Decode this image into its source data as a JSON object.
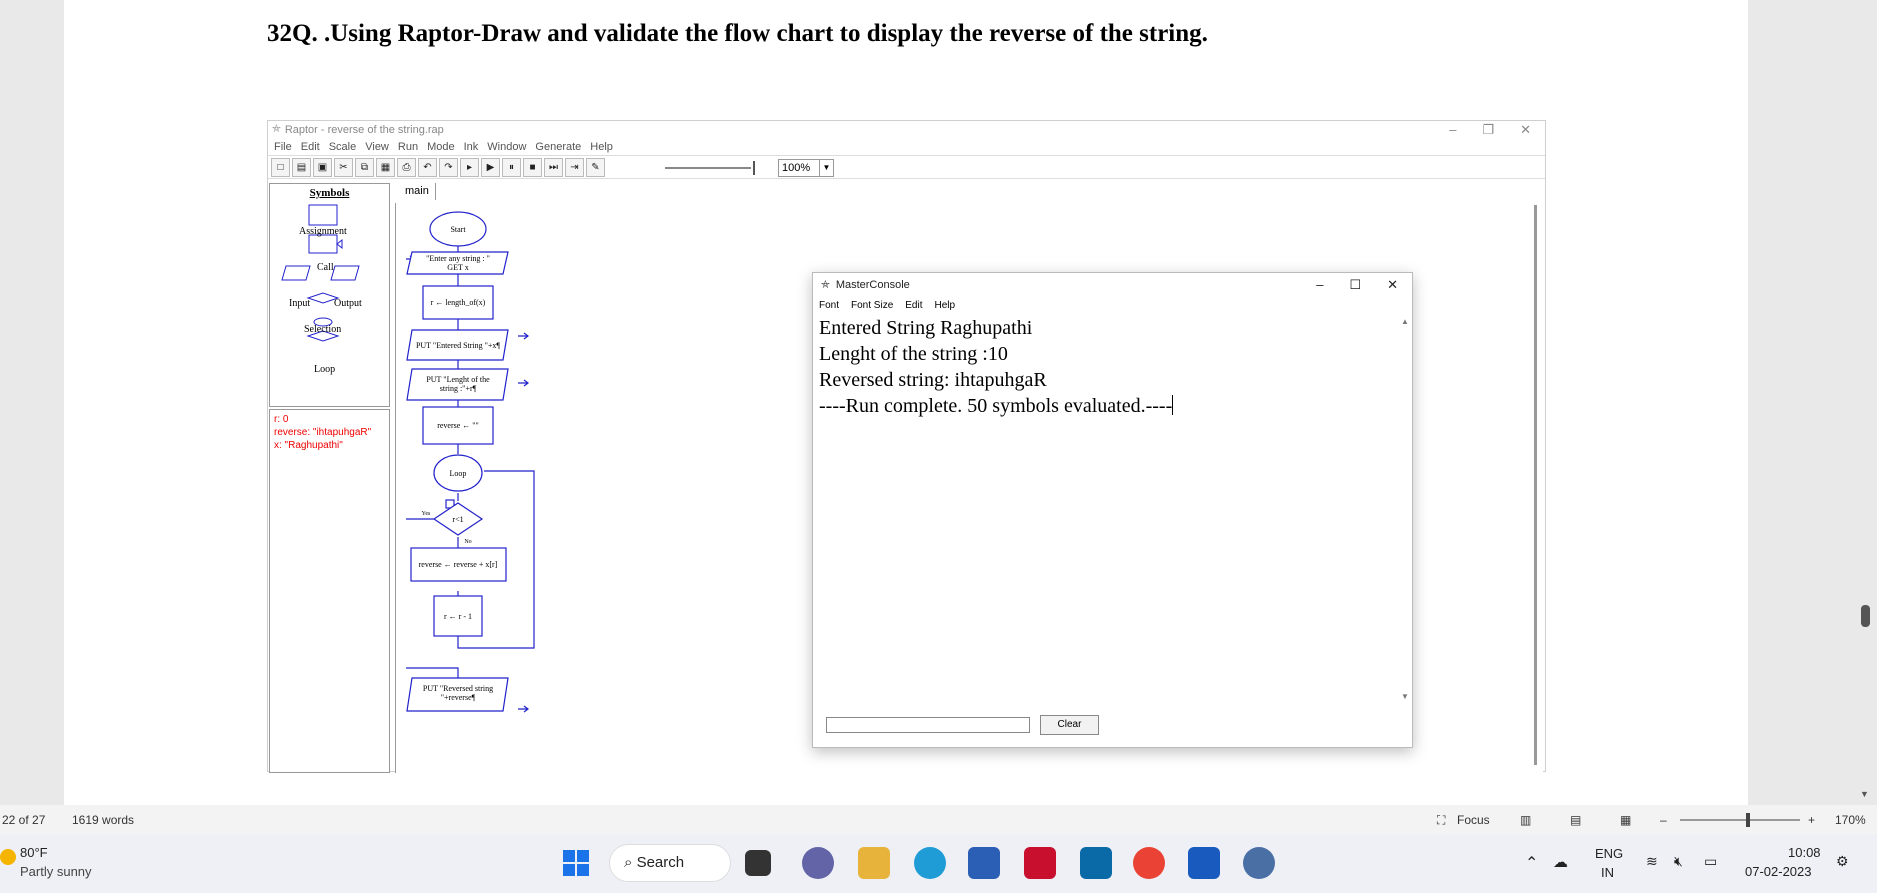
{
  "heading": "32Q. .Using Raptor-Draw and validate the flow chart to display the reverse of the string.",
  "raptor": {
    "title": "Raptor - reverse of the string.rap",
    "menu": [
      "File",
      "Edit",
      "Scale",
      "View",
      "Run",
      "Mode",
      "Ink",
      "Window",
      "Generate",
      "Help"
    ],
    "zoom": "100%",
    "tab": "main",
    "symbols": {
      "title": "Symbols",
      "assignment": "Assignment",
      "call": "Call",
      "input": "Input",
      "output": "Output",
      "selection": "Selection",
      "loop": "Loop"
    },
    "vars": [
      "r: 0",
      "reverse: \"ihtapuhgaR\"",
      "x: \"Raghupathi\""
    ],
    "flow": {
      "start": "Start",
      "in1": "\"Enter any string : \"",
      "in2": "GET x",
      "assign1": "r ← length_of(x)",
      "out1": "PUT \"Entered String \"+x¶",
      "out2a": "PUT \"Lenght of the",
      "out2b": "string :\"+r¶",
      "assign2": "reverse ← \"\"",
      "loop": "Loop",
      "cond": "r<1",
      "yes": "Yes",
      "no": "No",
      "assign3": "reverse ← reverse + x[r]",
      "assign4": "r ← r - 1",
      "out3a": "PUT \"Reversed string",
      "out3b": "\"+reverse¶"
    }
  },
  "console": {
    "title": "MasterConsole",
    "menu": [
      "Font",
      "Font Size",
      "Edit",
      "Help"
    ],
    "lines": [
      "Entered String Raghupathi",
      "Lenght of the string :10",
      "Reversed string: ihtapuhgaR",
      "----Run complete.  50 symbols evaluated.----"
    ],
    "clear": "Clear"
  },
  "status": {
    "page": "22 of 27",
    "words": "1619 words",
    "focus": "Focus",
    "zoom": "170%"
  },
  "taskbar": {
    "temp": "80°F",
    "weather": "Partly sunny",
    "search": "Search",
    "lang1": "ENG",
    "lang2": "IN",
    "time": "10:08",
    "date": "07-02-2023"
  }
}
